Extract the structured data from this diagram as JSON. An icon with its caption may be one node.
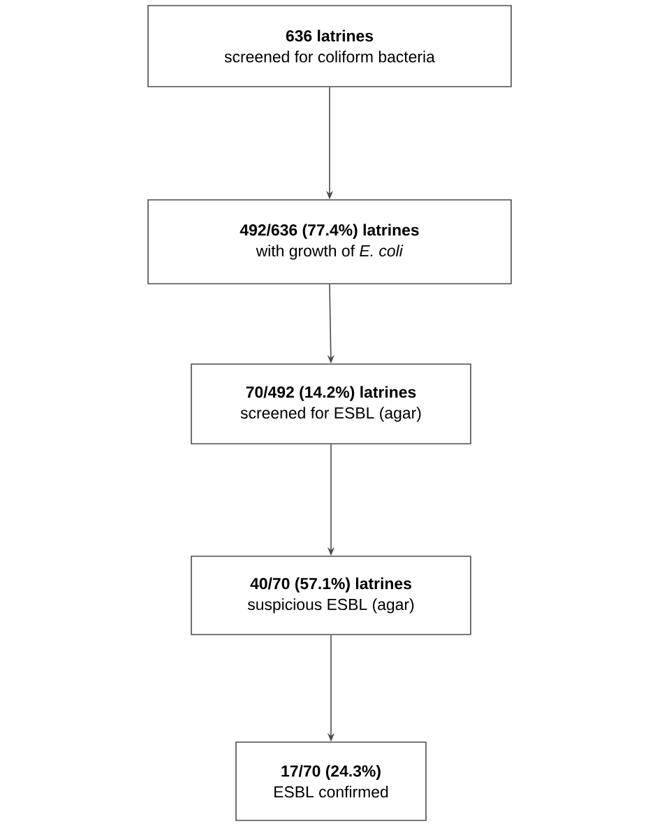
{
  "diagram": {
    "nodes": [
      {
        "text": [
          "636 latrines",
          "screened for coliform bacteria"
        ]
      },
      {
        "text": [
          "492/636 (77.4%) latrines",
          "with growth of *E. coli*"
        ]
      },
      {
        "text": [
          "70/492 (14.2%) latrines",
          "screened for ESBL (agar)"
        ]
      },
      {
        "text": [
          "40/70 (57.1%) latrines",
          "suspicious ESBL (agar)"
        ]
      },
      {
        "text": [
          "17/70 (24.3%)",
          "ESBL confirmed"
        ]
      }
    ],
    "edges": [
      {
        "from": 0,
        "to": 1,
        "arrow": "to"
      },
      {
        "from": 1,
        "to": 2,
        "arrow": "to"
      },
      {
        "from": 2,
        "to": 3,
        "arrow": "to"
      },
      {
        "from": 3,
        "to": 4,
        "arrow": "to"
      }
    ]
  }
}
